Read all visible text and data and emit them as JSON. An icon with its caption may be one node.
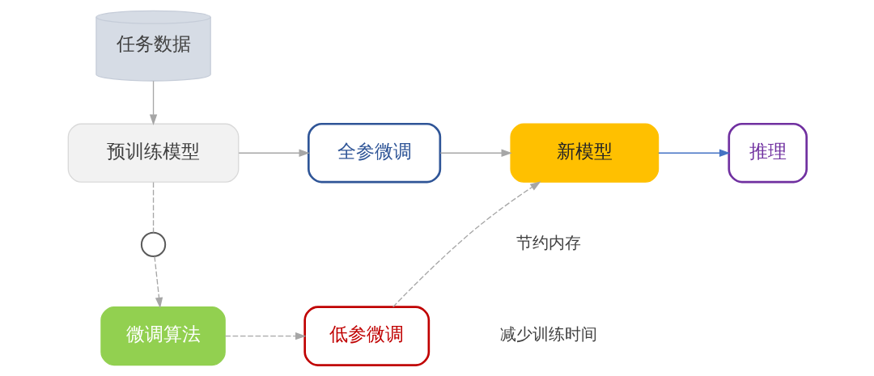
{
  "diagram": {
    "nodes": [
      {
        "text": [
          "任务数据"
        ]
      },
      {
        "text": [
          "预训练模型"
        ]
      },
      {
        "text": [
          "全参微调"
        ]
      },
      {
        "text": [
          "新模型"
        ]
      },
      {
        "text": [
          "推理"
        ]
      },
      {
        "text": [],
        "shape": "circle"
      },
      {
        "text": [
          "微调算法"
        ]
      },
      {
        "text": [
          "低参微调"
        ]
      }
    ],
    "edges": [
      {
        "from": 0,
        "to": 1,
        "arrow": "to"
      },
      {
        "from": 1,
        "to": 2,
        "arrow": "to"
      },
      {
        "from": 2,
        "to": 3,
        "arrow": "to"
      },
      {
        "from": 3,
        "to": 4,
        "arrow": "to",
        "color": "#4472c4"
      },
      {
        "from": 1,
        "to": 5,
        "arrow": "none",
        "style": "dashed"
      },
      {
        "from": 5,
        "to": 6,
        "arrow": "to",
        "style": "dashed"
      },
      {
        "from": 6,
        "to": 7,
        "arrow": "to",
        "style": "dashed"
      },
      {
        "from": 7,
        "to": 3,
        "arrow": "to",
        "style": "dashed"
      }
    ],
    "labels": [
      "节约内存",
      "减少训练时间"
    ]
  }
}
